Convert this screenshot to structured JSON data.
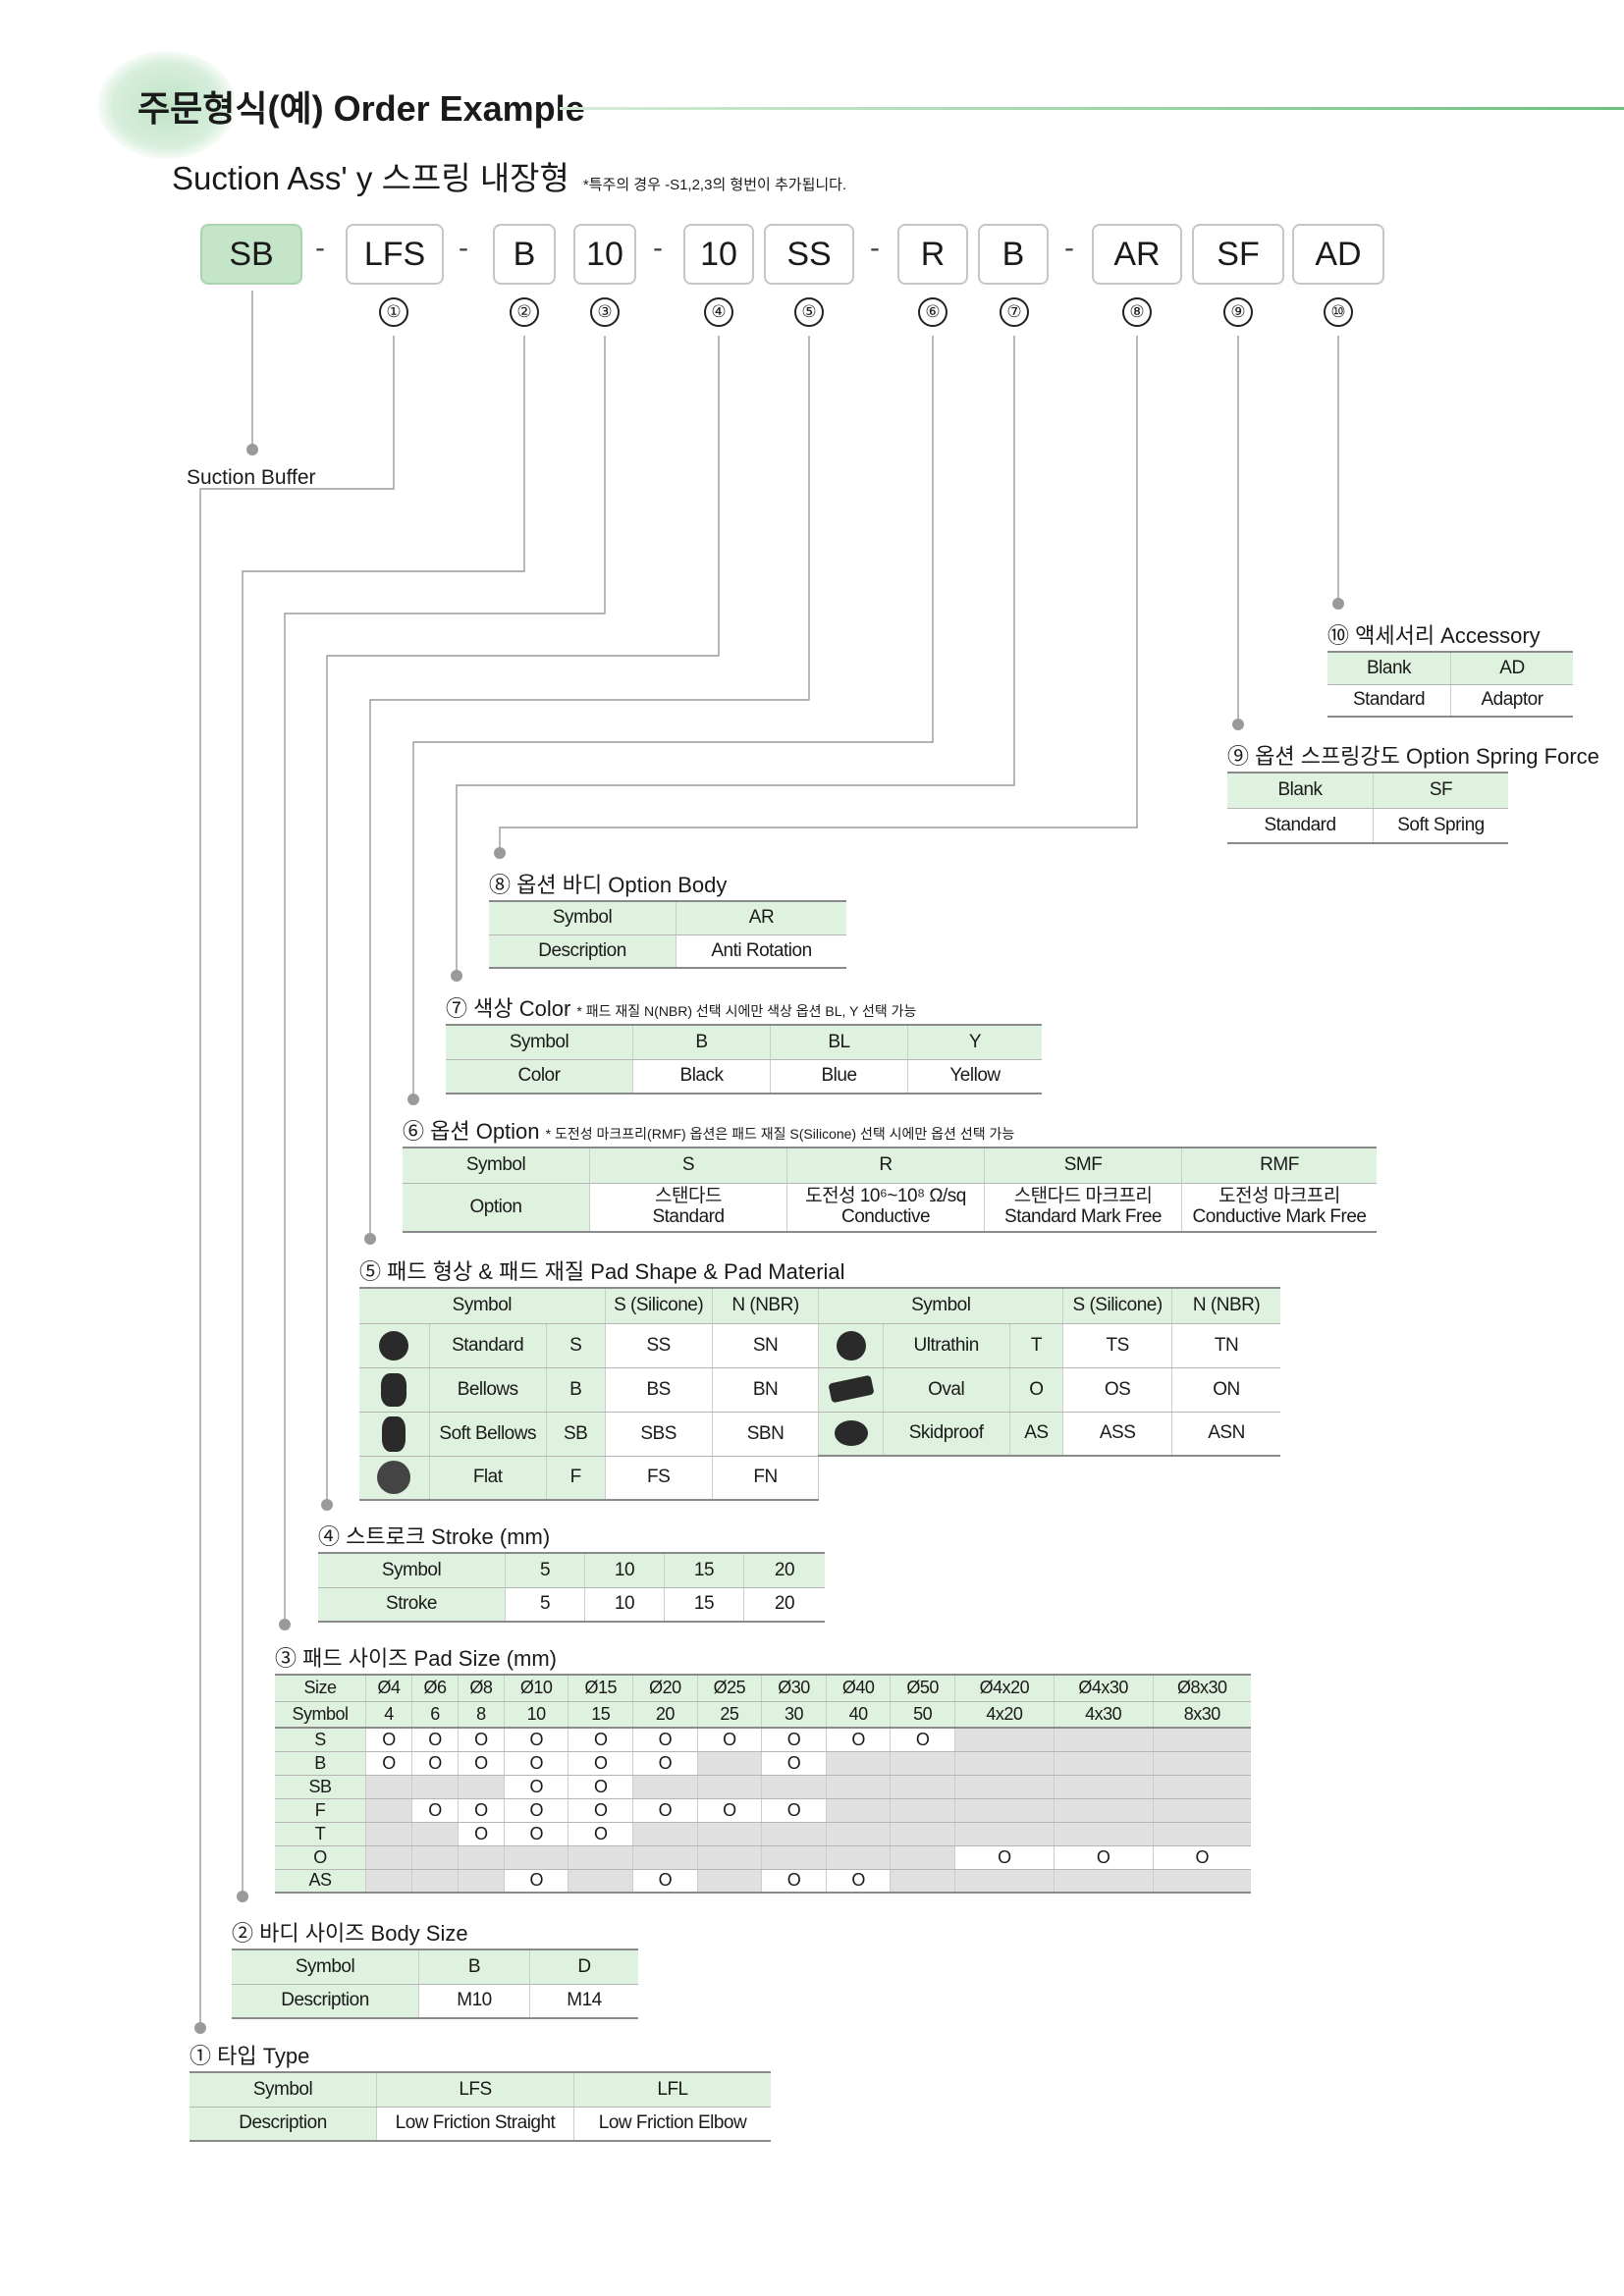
{
  "header": {
    "title": "주문형식(예) Order Example",
    "subtitle": "Suction Ass' y 스프링 내장형",
    "subtitle_note": "*특주의 경우 -S1,2,3의 형번이 추가됩니다."
  },
  "code_boxes": [
    {
      "label": "SB",
      "marker": ""
    },
    {
      "label": "LFS",
      "marker": "①"
    },
    {
      "label": "B",
      "marker": "②"
    },
    {
      "label": "10",
      "marker": "③"
    },
    {
      "label": "10",
      "marker": "④"
    },
    {
      "label": "SS",
      "marker": "⑤"
    },
    {
      "label": "R",
      "marker": "⑥"
    },
    {
      "label": "B",
      "marker": "⑦"
    },
    {
      "label": "AR",
      "marker": "⑧"
    },
    {
      "label": "SF",
      "marker": "⑨"
    },
    {
      "label": "AD",
      "marker": "⑩"
    }
  ],
  "separator": "-",
  "suction_buffer_label": "Suction Buffer",
  "sec10": {
    "title": "⑩ 액세서리 Accessory",
    "rows": [
      [
        "Blank",
        "AD"
      ],
      [
        "Standard",
        "Adaptor"
      ]
    ]
  },
  "sec9": {
    "title": "⑨ 옵션 스프링강도 Option Spring Force",
    "rows": [
      [
        "Blank",
        "SF"
      ],
      [
        "Standard",
        "Soft Spring"
      ]
    ]
  },
  "sec8": {
    "title": "⑧ 옵션 바디 Option Body",
    "rows": [
      [
        "Symbol",
        "AR"
      ],
      [
        "Description",
        "Anti Rotation"
      ]
    ]
  },
  "sec7": {
    "title": "⑦ 색상 Color",
    "note": "* 패드 재질 N(NBR) 선택 시에만 색상 옵션 BL, Y 선택 가능",
    "rows": [
      [
        "Symbol",
        "B",
        "BL",
        "Y"
      ],
      [
        "Color",
        "Black",
        "Blue",
        "Yellow"
      ]
    ]
  },
  "sec6": {
    "title": "⑥ 옵션 Option",
    "note": "* 도전성 마크프리(RMF) 옵션은 패드 재질 S(Silicone) 선택 시에만 옵션 선택 가능",
    "symbol_row": [
      "Symbol",
      "S",
      "R",
      "SMF",
      "RMF"
    ],
    "option_label": "Option",
    "options": [
      {
        "ko": "스탠다드",
        "en": "Standard"
      },
      {
        "ko": "도전성 10⁶~10⁸ Ω/sq",
        "en": "Conductive"
      },
      {
        "ko": "스탠다드 마크프리",
        "en": "Standard Mark Free"
      },
      {
        "ko": "도전성 마크프리",
        "en": "Conductive Mark Free"
      }
    ]
  },
  "sec5": {
    "title": "⑤ 패드 형상 & 패드 재질 Pad Shape & Pad Material",
    "header": [
      "Symbol",
      "S (Silicone)",
      "N (NBR)",
      "Symbol",
      "S (Silicone)",
      "N (NBR)"
    ],
    "left": [
      {
        "icon": "standard-pad-icon",
        "name": "Standard",
        "sym": "S",
        "s": "SS",
        "n": "SN"
      },
      {
        "icon": "bellows-pad-icon",
        "name": "Bellows",
        "sym": "B",
        "s": "BS",
        "n": "BN"
      },
      {
        "icon": "soft-bellows-pad-icon",
        "name": "Soft Bellows",
        "sym": "SB",
        "s": "SBS",
        "n": "SBN"
      },
      {
        "icon": "flat-pad-icon",
        "name": "Flat",
        "sym": "F",
        "s": "FS",
        "n": "FN"
      }
    ],
    "right": [
      {
        "icon": "ultrathin-pad-icon",
        "name": "Ultrathin",
        "sym": "T",
        "s": "TS",
        "n": "TN"
      },
      {
        "icon": "oval-pad-icon",
        "name": "Oval",
        "sym": "O",
        "s": "OS",
        "n": "ON"
      },
      {
        "icon": "skidproof-pad-icon",
        "name": "Skidproof",
        "sym": "AS",
        "s": "ASS",
        "n": "ASN"
      }
    ]
  },
  "sec4": {
    "title": "④ 스트로크 Stroke (mm)",
    "rows": [
      [
        "Symbol",
        "5",
        "10",
        "15",
        "20"
      ],
      [
        "Stroke",
        "5",
        "10",
        "15",
        "20"
      ]
    ]
  },
  "sec3": {
    "title": "③ 패드 사이즈 Pad Size (mm)",
    "size_row": [
      "Size",
      "Ø4",
      "Ø6",
      "Ø8",
      "Ø10",
      "Ø15",
      "Ø20",
      "Ø25",
      "Ø30",
      "Ø40",
      "Ø50",
      "Ø4x20",
      "Ø4x30",
      "Ø8x30"
    ],
    "symbol_row": [
      "Symbol",
      "4",
      "6",
      "8",
      "10",
      "15",
      "20",
      "25",
      "30",
      "40",
      "50",
      "4x20",
      "4x30",
      "8x30"
    ],
    "mark": "O",
    "matrix": [
      {
        "type": "S",
        "cells": [
          1,
          1,
          1,
          1,
          1,
          1,
          1,
          1,
          1,
          1,
          0,
          0,
          0
        ]
      },
      {
        "type": "B",
        "cells": [
          1,
          1,
          1,
          1,
          1,
          1,
          0,
          1,
          0,
          0,
          0,
          0,
          0
        ]
      },
      {
        "type": "SB",
        "cells": [
          0,
          0,
          0,
          1,
          1,
          0,
          0,
          0,
          0,
          0,
          0,
          0,
          0
        ]
      },
      {
        "type": "F",
        "cells": [
          0,
          1,
          1,
          1,
          1,
          1,
          1,
          1,
          0,
          0,
          0,
          0,
          0
        ]
      },
      {
        "type": "T",
        "cells": [
          0,
          0,
          1,
          1,
          1,
          0,
          0,
          0,
          0,
          0,
          0,
          0,
          0
        ]
      },
      {
        "type": "O",
        "cells": [
          0,
          0,
          0,
          0,
          0,
          0,
          0,
          0,
          0,
          0,
          1,
          1,
          1
        ]
      },
      {
        "type": "AS",
        "cells": [
          0,
          0,
          0,
          1,
          0,
          1,
          0,
          1,
          1,
          0,
          0,
          0,
          0
        ]
      }
    ],
    "gray": [
      [
        0,
        0,
        0,
        0,
        0,
        0,
        0,
        0,
        0,
        0,
        1,
        1,
        1
      ],
      [
        0,
        0,
        0,
        0,
        0,
        0,
        1,
        0,
        1,
        1,
        1,
        1,
        1
      ],
      [
        1,
        1,
        1,
        0,
        0,
        1,
        1,
        1,
        1,
        1,
        1,
        1,
        1
      ],
      [
        1,
        0,
        0,
        0,
        0,
        0,
        0,
        0,
        1,
        1,
        1,
        1,
        1
      ],
      [
        1,
        1,
        0,
        0,
        0,
        1,
        1,
        1,
        1,
        1,
        1,
        1,
        1
      ],
      [
        1,
        1,
        1,
        1,
        1,
        1,
        1,
        1,
        1,
        1,
        0,
        0,
        0
      ],
      [
        1,
        1,
        1,
        0,
        1,
        0,
        1,
        0,
        0,
        1,
        1,
        1,
        1
      ]
    ]
  },
  "sec2": {
    "title": "② 바디 사이즈 Body Size",
    "rows": [
      [
        "Symbol",
        "B",
        "D"
      ],
      [
        "Description",
        "M10",
        "M14"
      ]
    ]
  },
  "sec1": {
    "title": "① 타입 Type",
    "rows": [
      [
        "Symbol",
        "LFS",
        "LFL"
      ],
      [
        "Description",
        "Low Friction Straight",
        "Low Friction Elbow"
      ]
    ]
  }
}
